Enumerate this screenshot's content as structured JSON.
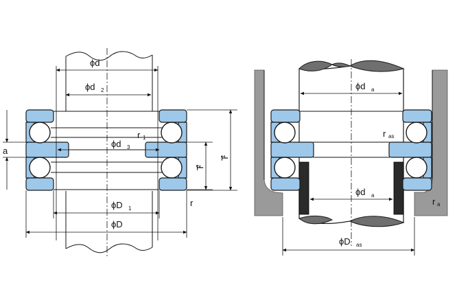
{
  "left_figure": {
    "labels": {
      "shaft_d": "ϕd",
      "d2": "ϕd",
      "d2_sub": "2",
      "d3": "ϕd",
      "d3_sub": "3",
      "r1": "r",
      "r1_sub": "1",
      "a": "a",
      "T2": "T",
      "T2_sub": "2",
      "T1": "T",
      "T1_sub": "1",
      "D1": "ϕD",
      "D1_sub": "1",
      "D": "ϕD",
      "r": "r"
    }
  },
  "right_figure": {
    "labels": {
      "da_top": "ϕd",
      "da_top_sub": "a",
      "ras": "r",
      "ras_sub": "as",
      "da_bottom": "ϕd",
      "da_bottom_sub": "a",
      "Das": "ϕD",
      "Das_sub": "as",
      "ra": "r",
      "ra_sub": "a"
    }
  }
}
